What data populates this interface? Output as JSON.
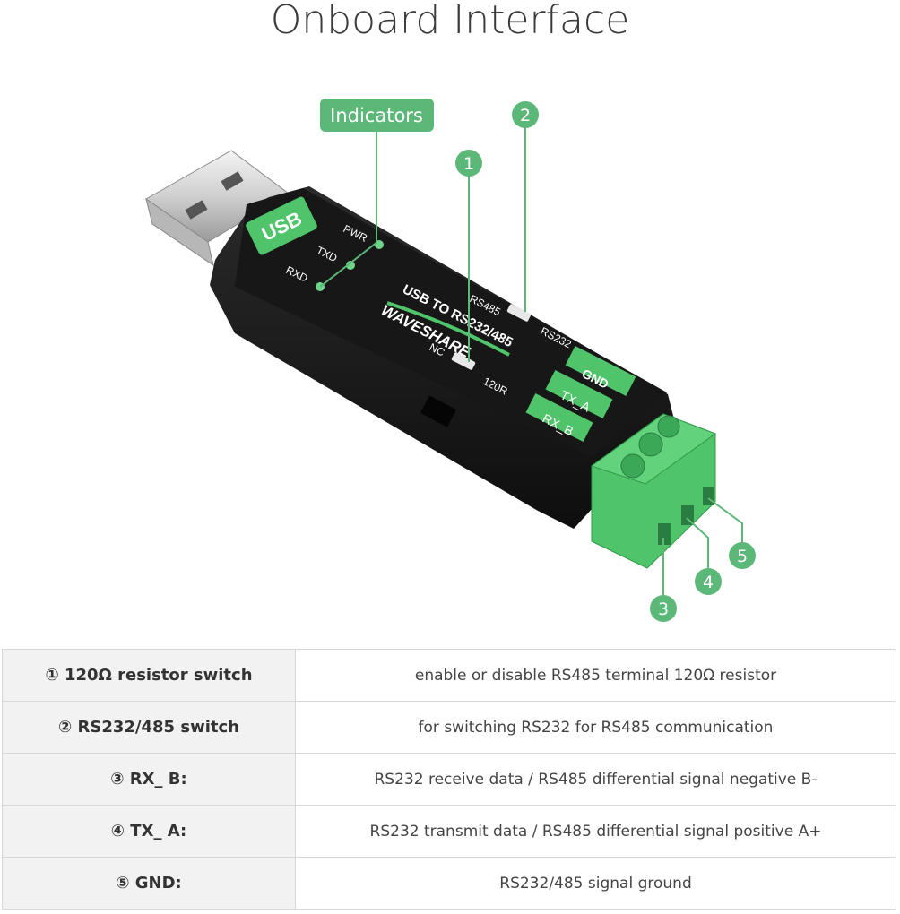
{
  "title": "Onboard Interface",
  "callouts": {
    "indicators": "Indicators",
    "n1": "1",
    "n2": "2",
    "n3": "3",
    "n4": "4",
    "n5": "5"
  },
  "device": {
    "usb": "USB",
    "pwr": "PWR",
    "txd": "TXD",
    "rxd": "RXD",
    "model": "USB TO RS232/485",
    "brand": "WAVESHARE",
    "rs485": "RS485",
    "rs232": "RS232",
    "nc": "NC",
    "r120": "120R",
    "gnd": "GND",
    "txa": "TX_A",
    "rxb": "RX_B"
  },
  "colors": {
    "accent": "#5cb878",
    "body": "#1b1b1b",
    "terminal": "#4fc46a"
  },
  "table": [
    {
      "label": "① 120Ω resistor switch",
      "desc": "enable or disable RS485 terminal 120Ω resistor"
    },
    {
      "label": "② RS232/485 switch",
      "desc": "for switching RS232 for RS485 communication"
    },
    {
      "label": "③ RX_ B:",
      "desc": "RS232 receive data / RS485 differential signal negative B-"
    },
    {
      "label": "④ TX_ A:",
      "desc": "RS232 transmit data / RS485 differential signal positive A+"
    },
    {
      "label": "⑤ GND:",
      "desc": "RS232/485 signal ground"
    }
  ]
}
